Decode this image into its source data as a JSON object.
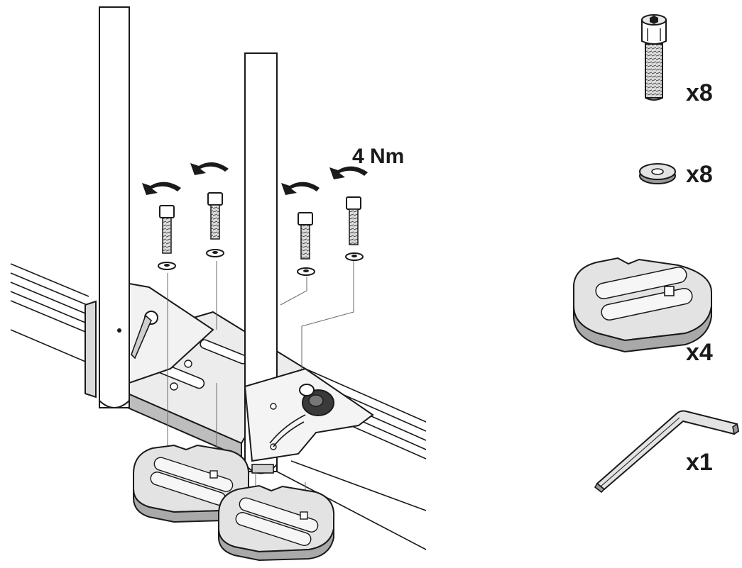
{
  "diagram": {
    "torque_label": "4 Nm",
    "parts": [
      {
        "name": "bolt",
        "quantity_label": "x8"
      },
      {
        "name": "washer",
        "quantity_label": "x8"
      },
      {
        "name": "rubber-foot-pad",
        "quantity_label": "x4"
      },
      {
        "name": "hex-key",
        "quantity_label": "x1"
      }
    ]
  },
  "colors": {
    "line": "#1a1a1a",
    "fill_light": "#e6e6e6",
    "fill_mid": "#cfcfcf",
    "fill_dark": "#9a9a9a"
  }
}
